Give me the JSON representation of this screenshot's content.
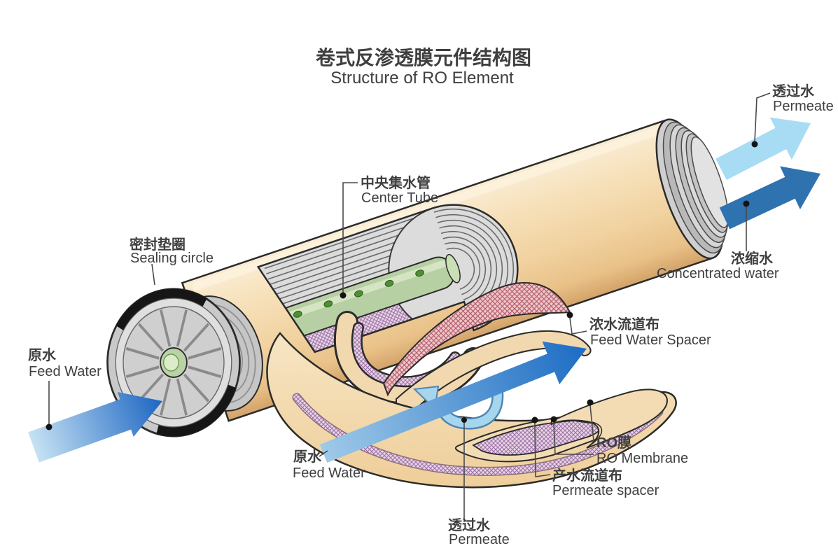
{
  "title": {
    "zh": "卷式反渗透膜元件结构图",
    "en": "Structure of RO Element"
  },
  "labels": {
    "permeate_top": {
      "zh": "透过水",
      "en": "Permeate"
    },
    "concentrated_water": {
      "zh": "浓缩水",
      "en": "Concentrated water"
    },
    "center_tube": {
      "zh": "中央集水管",
      "en": "Center Tube"
    },
    "sealing_circle": {
      "zh": "密封垫圈",
      "en": "Sealing circle"
    },
    "feed_water_left": {
      "zh": "原水",
      "en": "Feed Water"
    },
    "feed_water_spacer": {
      "zh": "浓水流道布",
      "en": "Feed Water Spacer"
    },
    "feed_water_bottom": {
      "zh": "原水",
      "en": "Feed Water"
    },
    "permeate_bottom": {
      "zh": "透过水",
      "en": "Permeate"
    },
    "ro_membrane": {
      "zh": "RO膜",
      "en": "RO Membrane"
    },
    "permeate_spacer": {
      "zh": "产水流道布",
      "en": "Permeate spacer"
    }
  },
  "colors": {
    "shell_tan": "#F2D6A8",
    "shell_tan_light": "#FAEDD4",
    "shell_tan_dark": "#D3A368",
    "layer_gray": "#DCDCDC",
    "tube_green": "#B7D0A3",
    "tube_hole_green": "#4E8F33",
    "feed_spacer_pink": "#EFC6CB",
    "feed_spacer_hatch_line": "#B4606C",
    "permeate_spacer_purple": "#EAD5E6",
    "permeate_spacer_hatch_line": "#9C73A6",
    "feed_arrow_blue": "#1D66C2",
    "feed_arrow_light": "#C6E2F4",
    "permeate_arrow_light_blue": "#A8DCF5",
    "concentrate_arrow_blue": "#2F72B0",
    "text": "#3F3F3F",
    "outline": "#2B2B2B"
  }
}
